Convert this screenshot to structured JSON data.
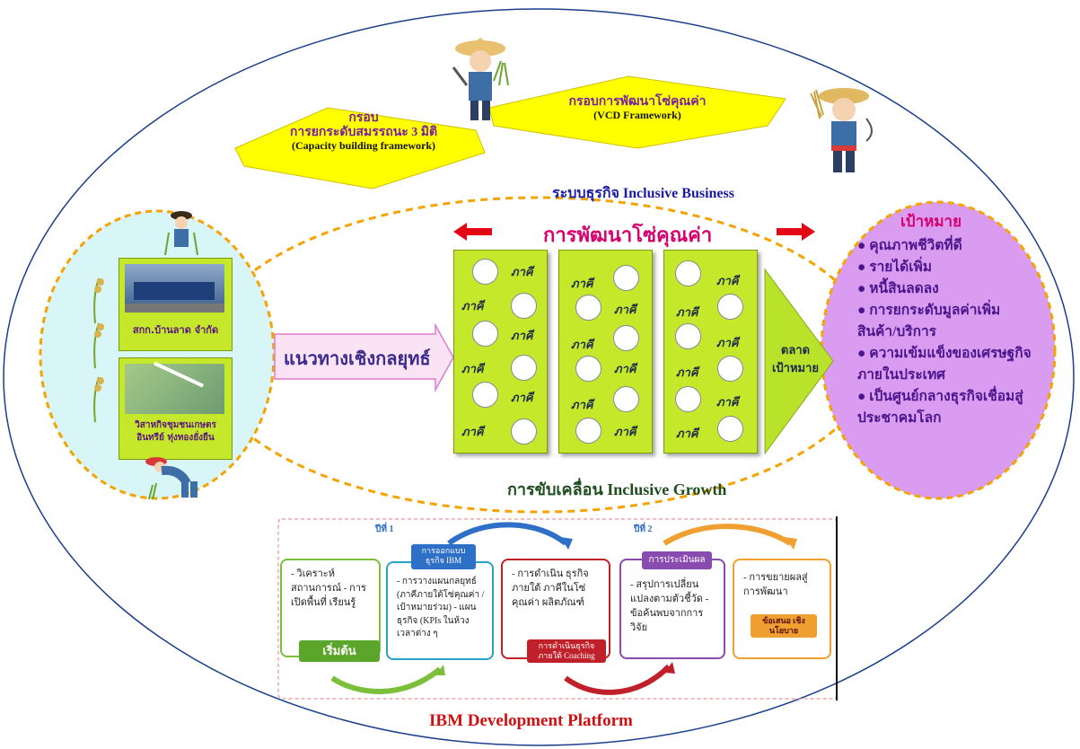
{
  "frameworks": {
    "capacity": {
      "line1": "กรอบ",
      "line2": "การยกระดับสมรรถนะ 3 มิติ",
      "line3": "(Capacity building framework)"
    },
    "vcd": {
      "line1": "กรอบการพัฒนาโซ่คุณค่า",
      "line2": "(VCD Framework)"
    }
  },
  "inclusive_business": "ระบบธุรกิจ Inclusive Business",
  "inclusive_growth": "การขับเคลื่อน Inclusive Growth",
  "value_chain_title": "การพัฒนาโซ่คุณค่า",
  "strategy_label": "แนวทางเชิงกลยุทธ์",
  "target_market": {
    "line1": "ตลาด",
    "line2": "เป้าหมาย"
  },
  "partner_label": "ภาคี",
  "left_partners": [
    {
      "label": "สกก.บ้านลาด จำกัด"
    },
    {
      "label": "วิสาหกิจชุมชนเกษตรอินทรีย์ ทุ่งทองยั่งยืน"
    }
  ],
  "goal": {
    "title": "เป้าหมาย",
    "items": [
      "คุณภาพชีวิตที่ดี",
      "รายได้เพิ่ม",
      "หนี้สินลดลง",
      "การยกระดับมูลค่าเพิ่ม สินค้า/บริการ",
      "ความเข้มแข็งของเศรษฐกิจ ภายในประเทศ",
      "เป็นศูนย์กลางธุรกิจเชื่อมสู่ ประชาคมโลก"
    ]
  },
  "platform": {
    "title": "IBM Development Platform",
    "year1": "ปีที่ 1",
    "year2": "ปีที่ 2",
    "steps": [
      {
        "text": "- วิเคราะห์ สถานการณ์ - การเปิดพื้นที่ เรียนรู้",
        "tag": "เริ่มต้น"
      },
      {
        "text": "- การวางแผนกลยุทธ์ (ภาคีภายใต้โซ่คุณค่า /เป้าหมายร่วม) - แผนธุรกิจ (KPIs ในห้วงเวลาต่าง ๆ",
        "tag": "การออกแบบ ธุรกิจ IBM"
      },
      {
        "text": "- การดำเนิน ธุรกิจภายใต้ ภาคีในโซ่คุณค่า ผลิตภัณฑ์",
        "tag": "การดำเนินธุรกิจ ภายใต้ Coaching"
      },
      {
        "text": "- สรุปการเปลี่ยน แปลงตามตัวชี้วัด - ข้อค้นพบจากการ วิจัย",
        "tag": "การประเมินผล"
      },
      {
        "text": "- การขยายผลสู่ การพัฒนา",
        "tag": "ข้อเสนอ เชิงนโยบาย"
      }
    ]
  },
  "colors": {
    "diamond": "#ffff00",
    "column": "#c6e82b",
    "left_circle": "#d8f5f7",
    "goal_circle": "#d99cf0",
    "purple_text": "#7b1fa2",
    "red_text": "#d6006f",
    "dashed_orange": "#f5a300"
  }
}
